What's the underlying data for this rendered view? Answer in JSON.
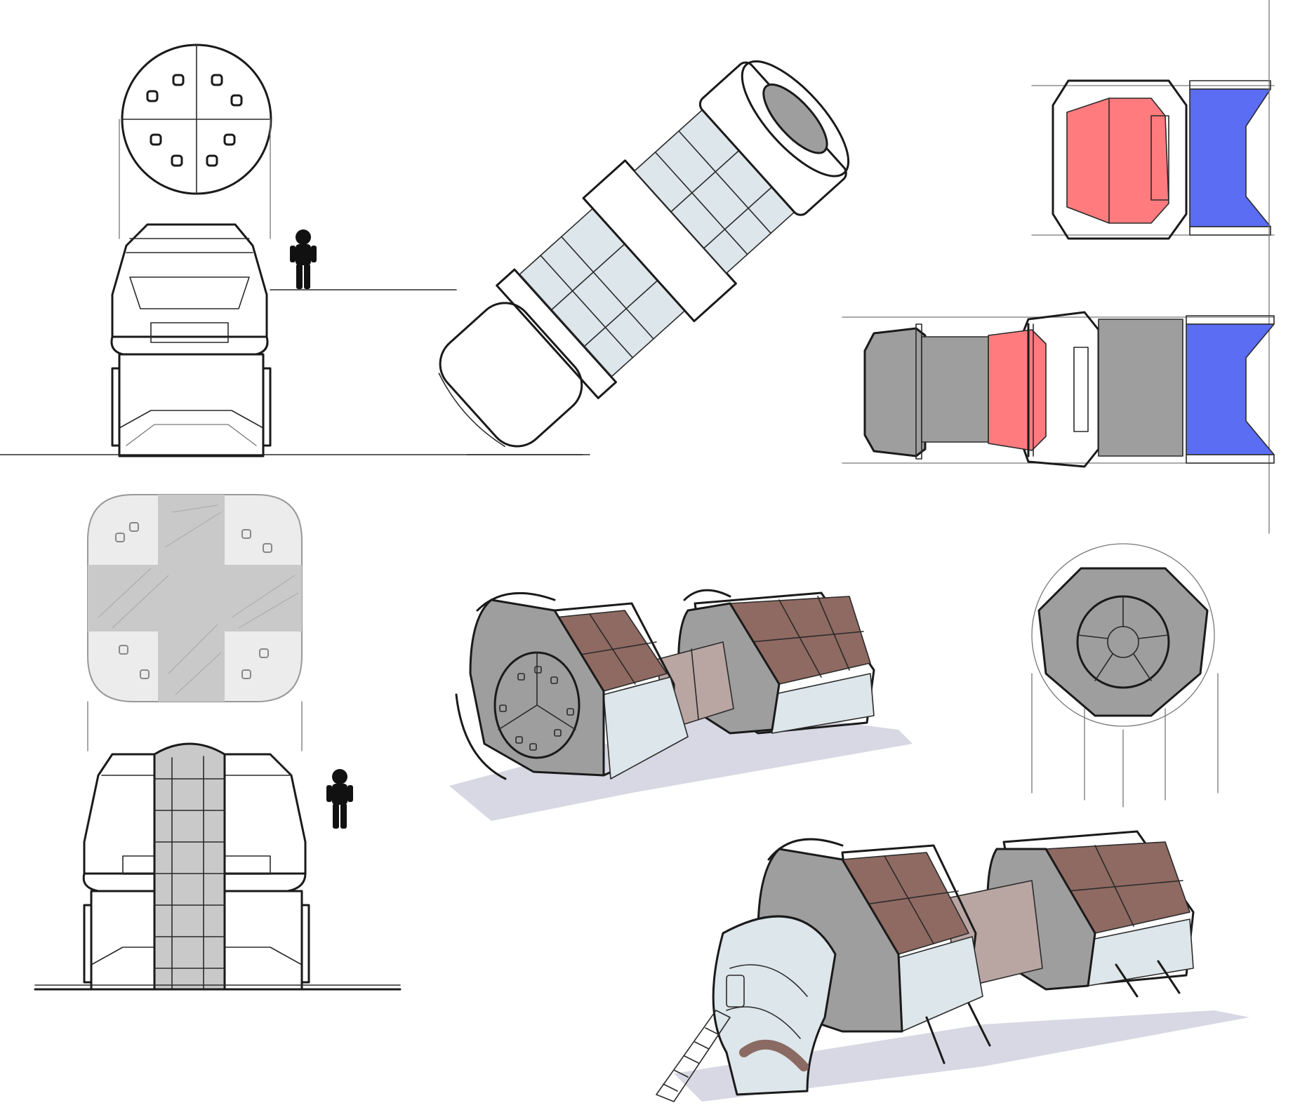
{
  "sheet": {
    "views": [
      {
        "id": "front-elevation-with-hatch-plan",
        "scale_figure": "astronaut"
      },
      {
        "id": "isometric-cylinder-module"
      },
      {
        "id": "top-plan-short",
        "zones": [
          "red",
          "blue"
        ]
      },
      {
        "id": "top-plan-long",
        "zones": [
          "gray",
          "red",
          "blue"
        ]
      },
      {
        "id": "hatch-plan-cross"
      },
      {
        "id": "front-elevation-with-ladder-panel",
        "scale_figure": "astronaut"
      },
      {
        "id": "perspective-twin-modules"
      },
      {
        "id": "end-view-round-hatch"
      },
      {
        "id": "perspective-twin-modules-with-airlock"
      }
    ],
    "colors": {
      "zone_red": "#ff7b7e",
      "zone_blue": "#5a6df3",
      "module_gray": "#9e9e9e",
      "light_gray": "#c9c9c9",
      "glass": "#dde6ea",
      "solar_panel": "#8f6a62",
      "shadow": "#d7d8e3"
    }
  }
}
